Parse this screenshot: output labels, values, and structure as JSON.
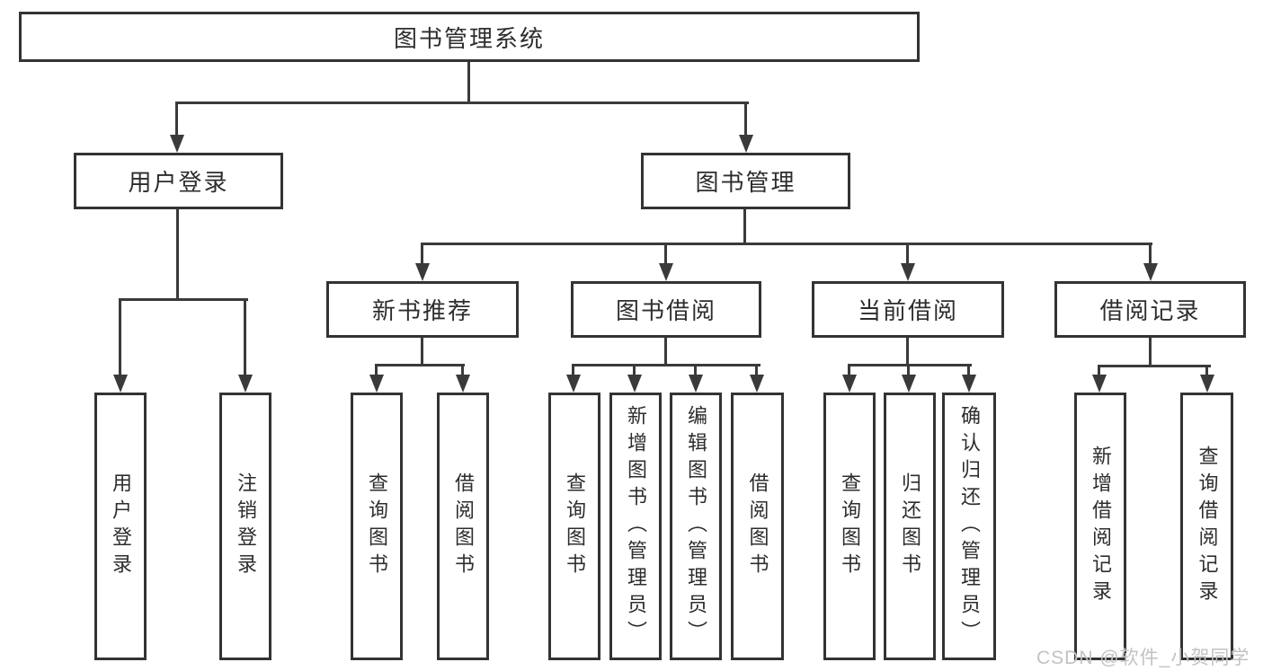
{
  "diagram": {
    "type": "tree",
    "title": "图书管理系统",
    "tree": {
      "label": "图书管理系统",
      "children": [
        {
          "label": "用户登录",
          "children": [
            {
              "label": "用户登录"
            },
            {
              "label": "注销登录"
            }
          ]
        },
        {
          "label": "图书管理",
          "children": [
            {
              "label": "新书推荐",
              "children": [
                {
                  "label": "查询图书"
                },
                {
                  "label": "借阅图书"
                }
              ]
            },
            {
              "label": "图书借阅",
              "children": [
                {
                  "label": "查询图书"
                },
                {
                  "label": "新增图书（管理员）"
                },
                {
                  "label": "编辑图书（管理员）"
                },
                {
                  "label": "借阅图书"
                }
              ]
            },
            {
              "label": "当前借阅",
              "children": [
                {
                  "label": "查询图书"
                },
                {
                  "label": "归还图书"
                },
                {
                  "label": "确认归还（管理员）"
                }
              ]
            },
            {
              "label": "借阅记录",
              "children": [
                {
                  "label": "新增借阅记录"
                },
                {
                  "label": "查询借阅记录"
                }
              ]
            }
          ]
        }
      ]
    }
  },
  "watermark": {
    "text": "CSDN @软件_小贺同学"
  },
  "colors": {
    "line": "#3a3a3a",
    "box_border": "#333333",
    "text": "#2d2d2d",
    "background": "#ffffff",
    "watermark": "#c2c2c2"
  }
}
